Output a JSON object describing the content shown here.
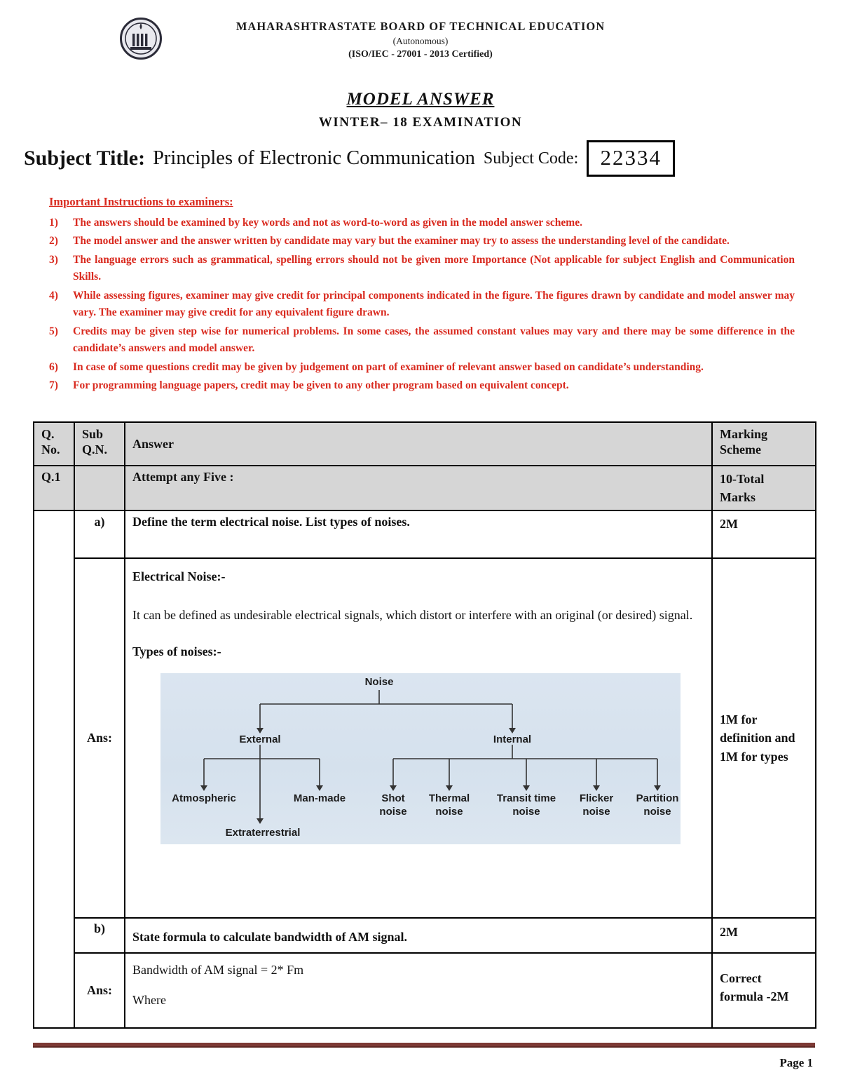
{
  "colors": {
    "red_text": "#d92a1f",
    "table_header_bg": "#d6d6d6",
    "footer_bar": "#7d3a35",
    "diagram_bg": "#d7e2ee"
  },
  "header": {
    "org_name": "MAHARASHTRASTATE BOARD OF TECHNICAL EDUCATION",
    "autonomous": "(Autonomous)",
    "certification": "(ISO/IEC - 27001 - 2013 Certified)"
  },
  "title_block": {
    "model_answer": "MODEL ANSWER",
    "examination": "WINTER– 18 EXAMINATION",
    "subject_title_label": "Subject Title:",
    "subject_title_value": "Principles of Electronic Communication",
    "subject_code_label": "Subject Code:",
    "subject_code_value": "22334"
  },
  "instructions": {
    "heading": "Important Instructions to examiners:",
    "items": [
      {
        "num": "1)",
        "text": "The answers should be examined by key words and not as word-to-word as given in the model answer scheme."
      },
      {
        "num": "2)",
        "text": "The model answer and the answer written by candidate may vary but the examiner may try to assess the understanding level of the candidate."
      },
      {
        "num": "3)",
        "text": "The language errors such as grammatical, spelling errors should not be given more Importance (Not applicable for subject English and Communication Skills."
      },
      {
        "num": "4)",
        "text": "While assessing figures, examiner may give credit for principal components indicated in the figure. The figures drawn by candidate and model answer may vary. The examiner may give credit for any equivalent figure drawn."
      },
      {
        "num": "5)",
        "text": "Credits may be given step wise for numerical problems. In some cases, the assumed constant values may vary and there may be some difference in the candidate’s answers and model answer."
      },
      {
        "num": "6)",
        "text": "In case of some questions credit may be given by judgement on part of examiner of relevant answer based on candidate’s understanding."
      },
      {
        "num": "7)",
        "text": "For programming language papers, credit may be given to any other program based on equivalent concept."
      }
    ]
  },
  "answer_table": {
    "headers": {
      "q_no": "Q.\nNo.",
      "sub_q": "Sub\nQ.N.",
      "answer": "Answer",
      "marking": "Marking\nScheme"
    },
    "q1": {
      "q_no": "Q.1",
      "title": "Attempt any Five :",
      "marks": "10-Total\nMarks"
    },
    "sub_a": {
      "label": "a)",
      "question": "Define the term electrical noise. List types of noises.",
      "marks": "2M",
      "ans_label": "Ans:",
      "ans_heading": "Electrical Noise:-",
      "ans_definition": "It can be defined as undesirable electrical signals, which distort or interfere with an original (or desired) signal.",
      "ans_types_heading": "Types of noises:-",
      "ans_marks": "1M for definition and 1M for types"
    },
    "sub_b": {
      "label": "b)",
      "question": "State formula to calculate bandwidth of AM signal.",
      "marks": "2M",
      "ans_label": "Ans:",
      "ans_line1": "Bandwidth of AM signal = 2* Fm",
      "ans_line2": "Where",
      "ans_marks": "Correct formula -2M"
    }
  },
  "diagram": {
    "root": "Noise",
    "external": "External",
    "internal": "Internal",
    "atmospheric": "Atmospheric",
    "man_made": "Man-made",
    "extraterrestrial": "Extraterrestrial",
    "shot": "Shot\nnoise",
    "thermal": "Thermal\nnoise",
    "transit": "Transit time\nnoise",
    "flicker": "Flicker\nnoise",
    "partition": "Partition\nnoise"
  },
  "footer": {
    "page_label": "Page 1"
  }
}
